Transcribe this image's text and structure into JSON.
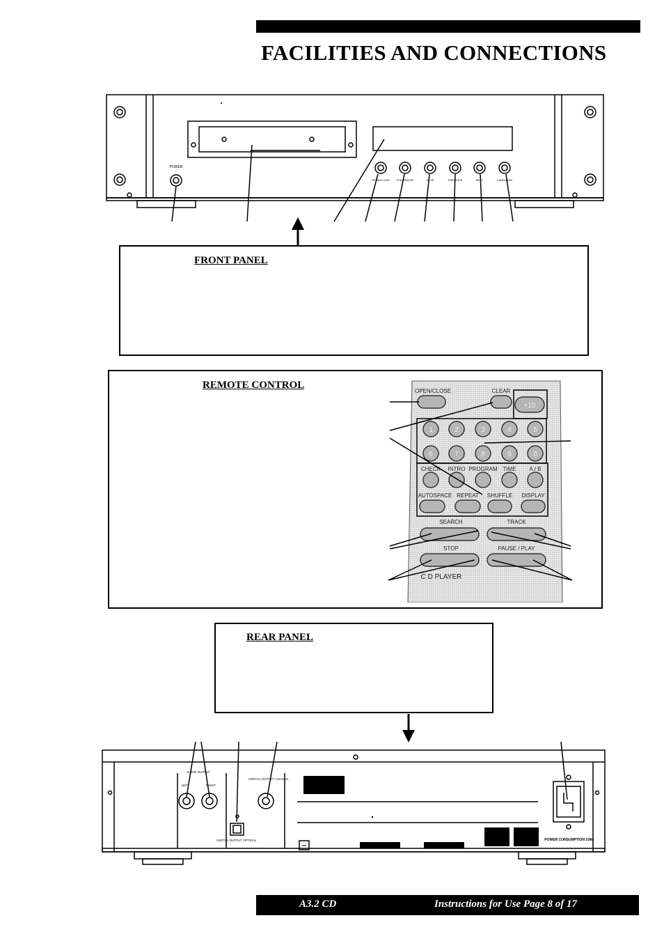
{
  "page": {
    "title": "FACILITIES AND CONNECTIONS"
  },
  "front_panel": {
    "heading": "FRONT PANEL",
    "power_label": "POWER",
    "buttons": [
      "OPEN/CLOSE",
      "PLAY/PAUSE",
      "STOP",
      "PREVIOUS",
      "NEXT",
      "LANGUAGE"
    ]
  },
  "remote_control": {
    "heading": "REMOTE CONTROL",
    "buttons": {
      "open_close": "OPEN/CLOSE",
      "clear": "CLEAR",
      "plus10": "+10",
      "digits": [
        "1",
        "2",
        "3",
        "4",
        "5",
        "6",
        "7",
        "8",
        "9",
        "0"
      ],
      "row1": [
        "CHECK",
        "INTRO",
        "PROGRAM",
        "TIME",
        "A / B"
      ],
      "row2": [
        "AUTOSPACE",
        "REPEAT",
        "SHUFFLE",
        "DISPLAY"
      ],
      "search": "SEARCH",
      "track": "TRACK",
      "stop": "STOP",
      "pause_play": "PAUSE  /  PLAY",
      "brand": "C D PLAYER"
    }
  },
  "rear_panel": {
    "heading": "REAR PANEL",
    "audio_output": "AUDIO OUTPUT",
    "left": "LEFT",
    "right": "RIGHT",
    "digital_coaxial": "DIGITAL OUTPUT COAXIAL",
    "digital_optical": "DIGITAL OUTPUT OPTICAL",
    "power_consumption": "POWER CONSUMPTION 15W"
  },
  "footer": {
    "model": "A3.2  CD",
    "page_info": "Instructions for Use   Page 8 of 17"
  }
}
